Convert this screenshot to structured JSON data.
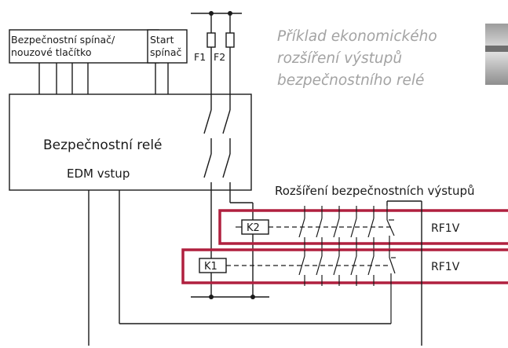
{
  "labels": {
    "safety_switch": [
      "Bezpečnostní spínač/",
      "nouzové tlačítko"
    ],
    "start_switch": [
      "Start",
      "spínač"
    ],
    "fuse_1": "F1",
    "fuse_2": "F2",
    "relay_name": "Bezpečnostní relé",
    "edm_input": "EDM vstup",
    "extension_title": "Rozšíření bezpečnostních výstupů",
    "coil_k2": "K2",
    "coil_k1": "K1",
    "module_upper": "RF1V",
    "module_lower": "RF1V"
  },
  "caption": [
    "Příklad ekonomického",
    "rozšíření výstupů",
    "bezpečnostního relé"
  ],
  "colors": {
    "module_band": "#b0203f",
    "caption_text": "#a3a3a3",
    "line": "#1a1a1a"
  },
  "icons": {
    "relay_photo_thumb": "relay-module-photo"
  }
}
